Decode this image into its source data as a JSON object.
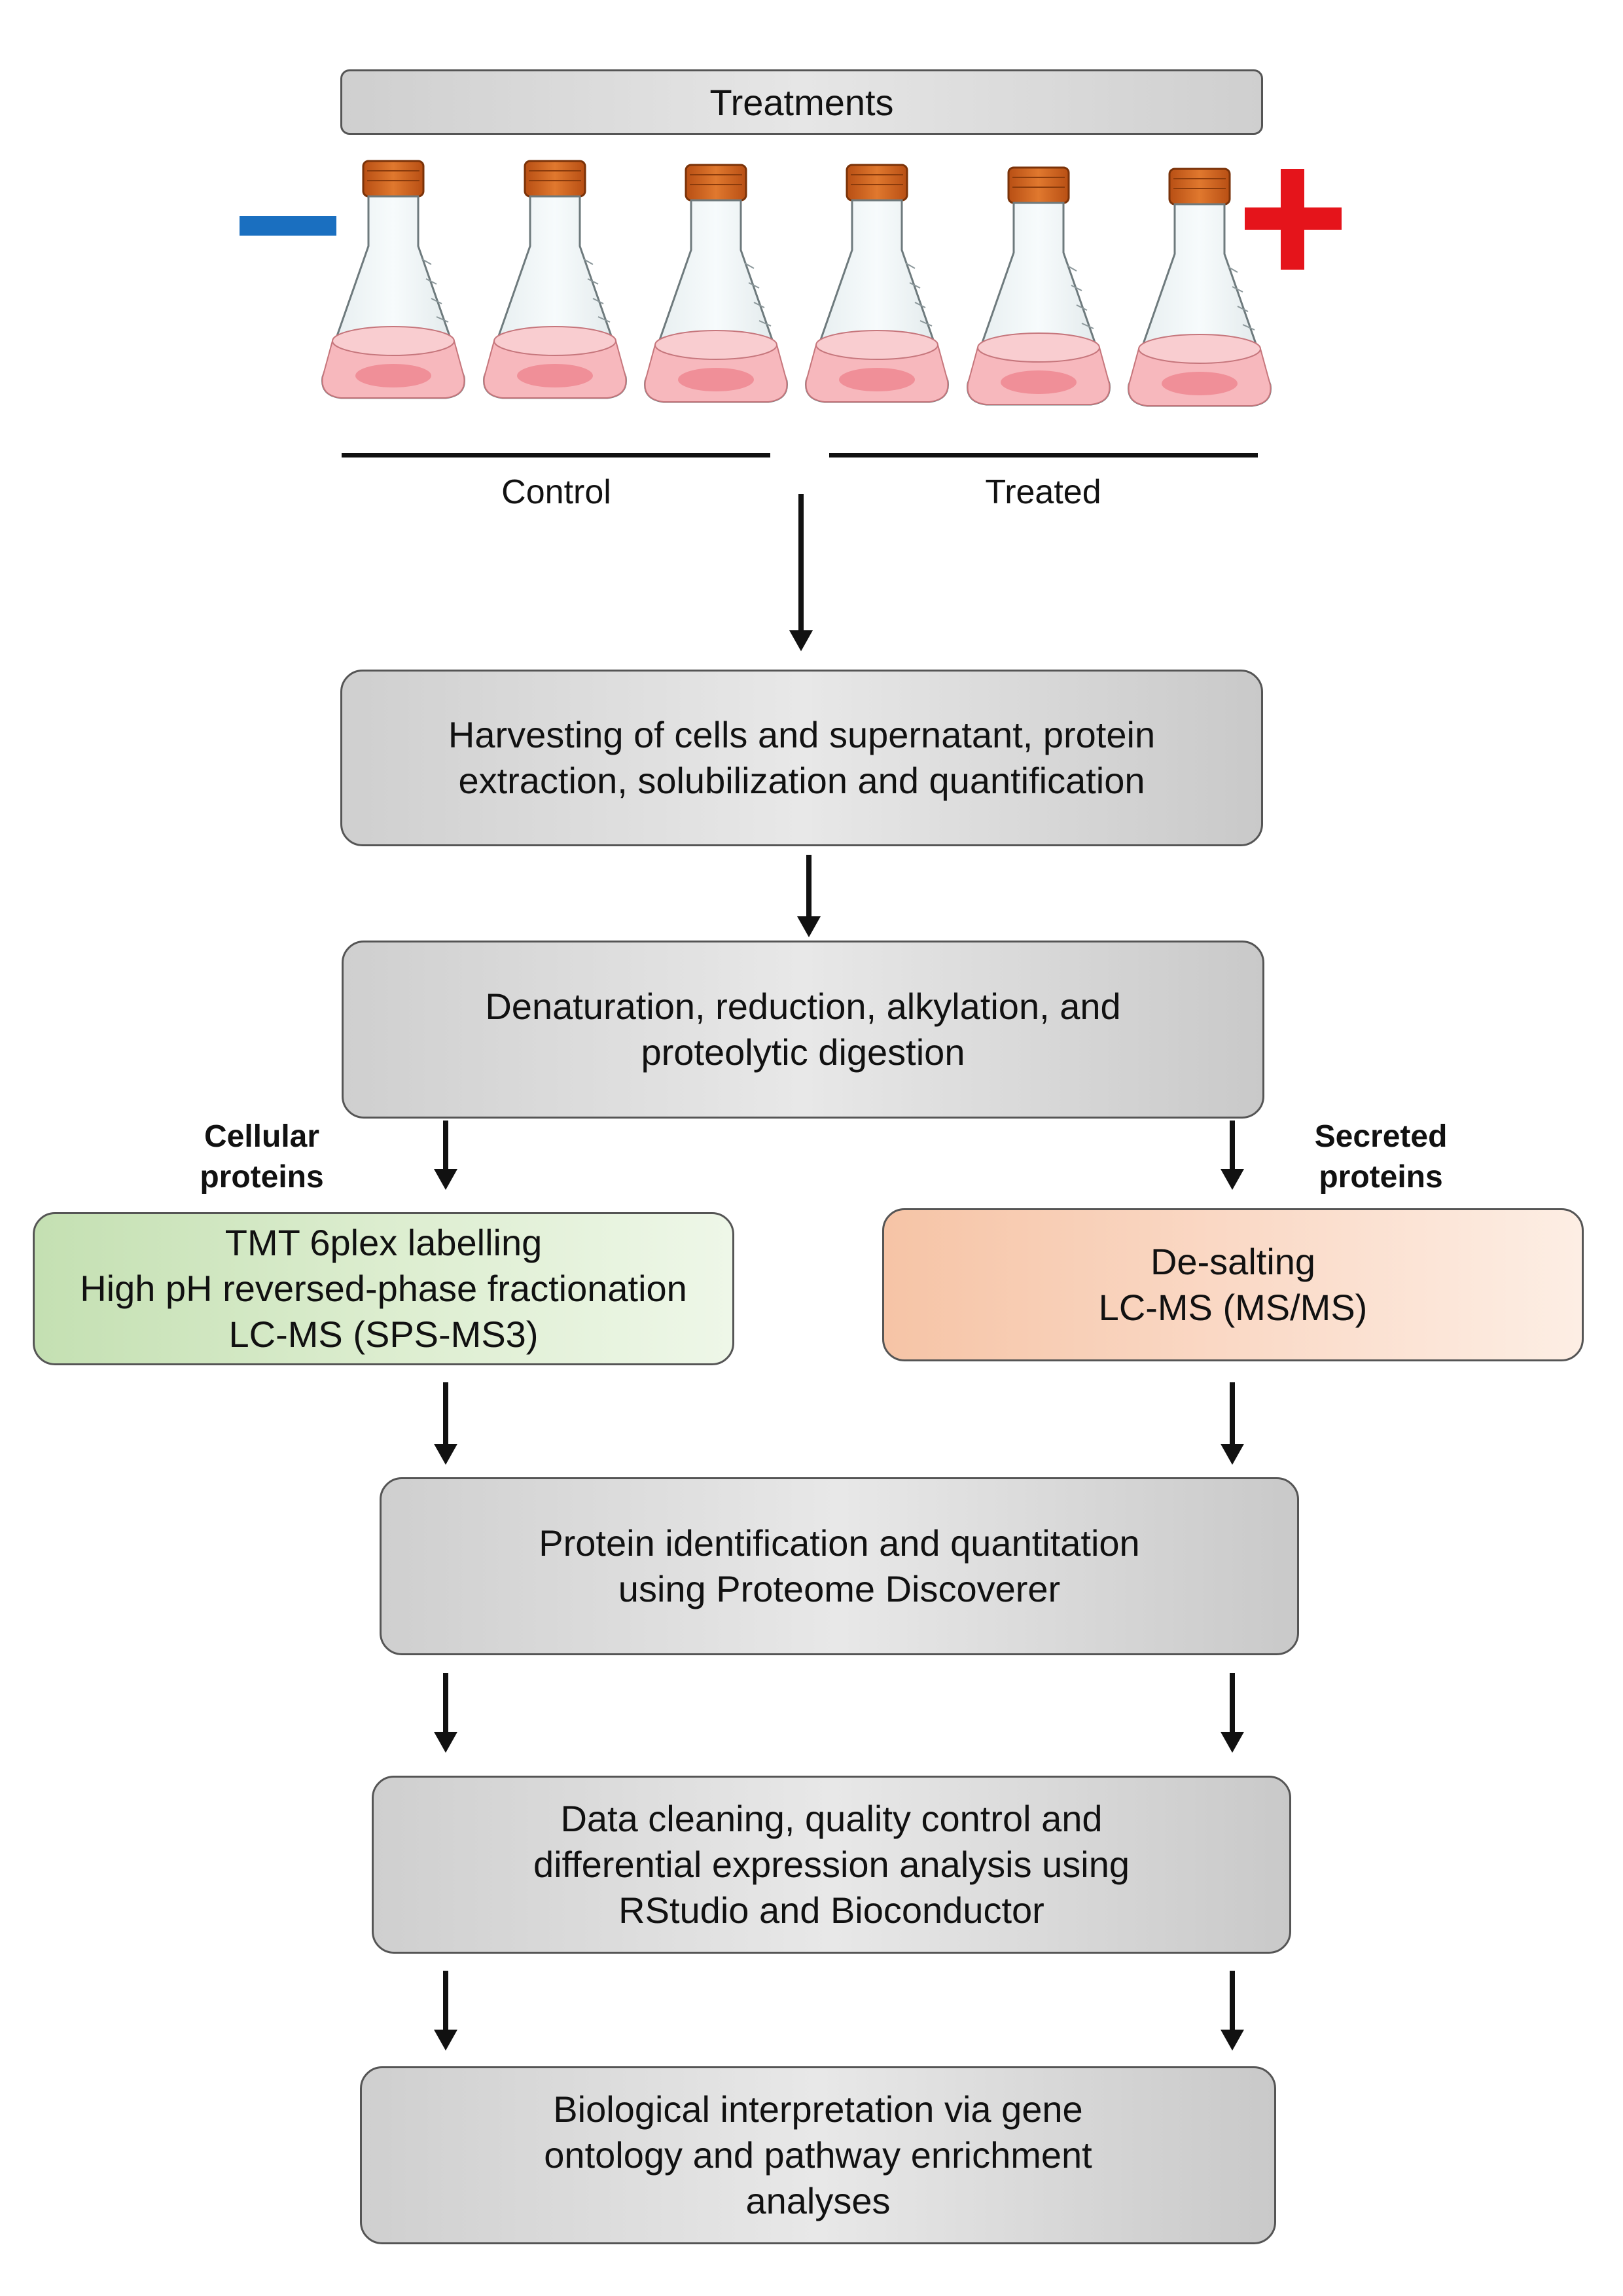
{
  "header": {
    "title": "Treatments"
  },
  "groups": {
    "control": "Control",
    "treated": "Treated"
  },
  "steps": {
    "harvest": [
      "Harvesting of cells and supernatant, protein",
      "extraction, solubilization and quantification"
    ],
    "digest": [
      "Denaturation, reduction, alkylation, and",
      "proteolytic digestion"
    ],
    "identify": [
      "Protein identification and quantitation",
      "using Proteome Discoverer"
    ],
    "clean": [
      "Data cleaning, quality control and",
      "differential expression analysis using",
      "RStudio and Bioconductor"
    ],
    "interpret": [
      "Biological interpretation via gene",
      "ontology and pathway enrichment",
      "analyses"
    ]
  },
  "branches": {
    "cellular": {
      "label": [
        "Cellular",
        "proteins"
      ],
      "box": [
        "TMT 6plex labelling",
        "High pH reversed-phase fractionation",
        "LC-MS (SPS-MS3)"
      ]
    },
    "secreted": {
      "label": [
        "Secreted",
        "proteins"
      ],
      "box": [
        "De-salting",
        "LC-MS (MS/MS)"
      ]
    }
  },
  "colors": {
    "minus": "#1a6fc0",
    "plus": "#e5141b",
    "cap": "#d6661f",
    "medium": "#f4a8ad",
    "green_box": "#d6ebc8",
    "peach_box": "#f9d3bd"
  }
}
